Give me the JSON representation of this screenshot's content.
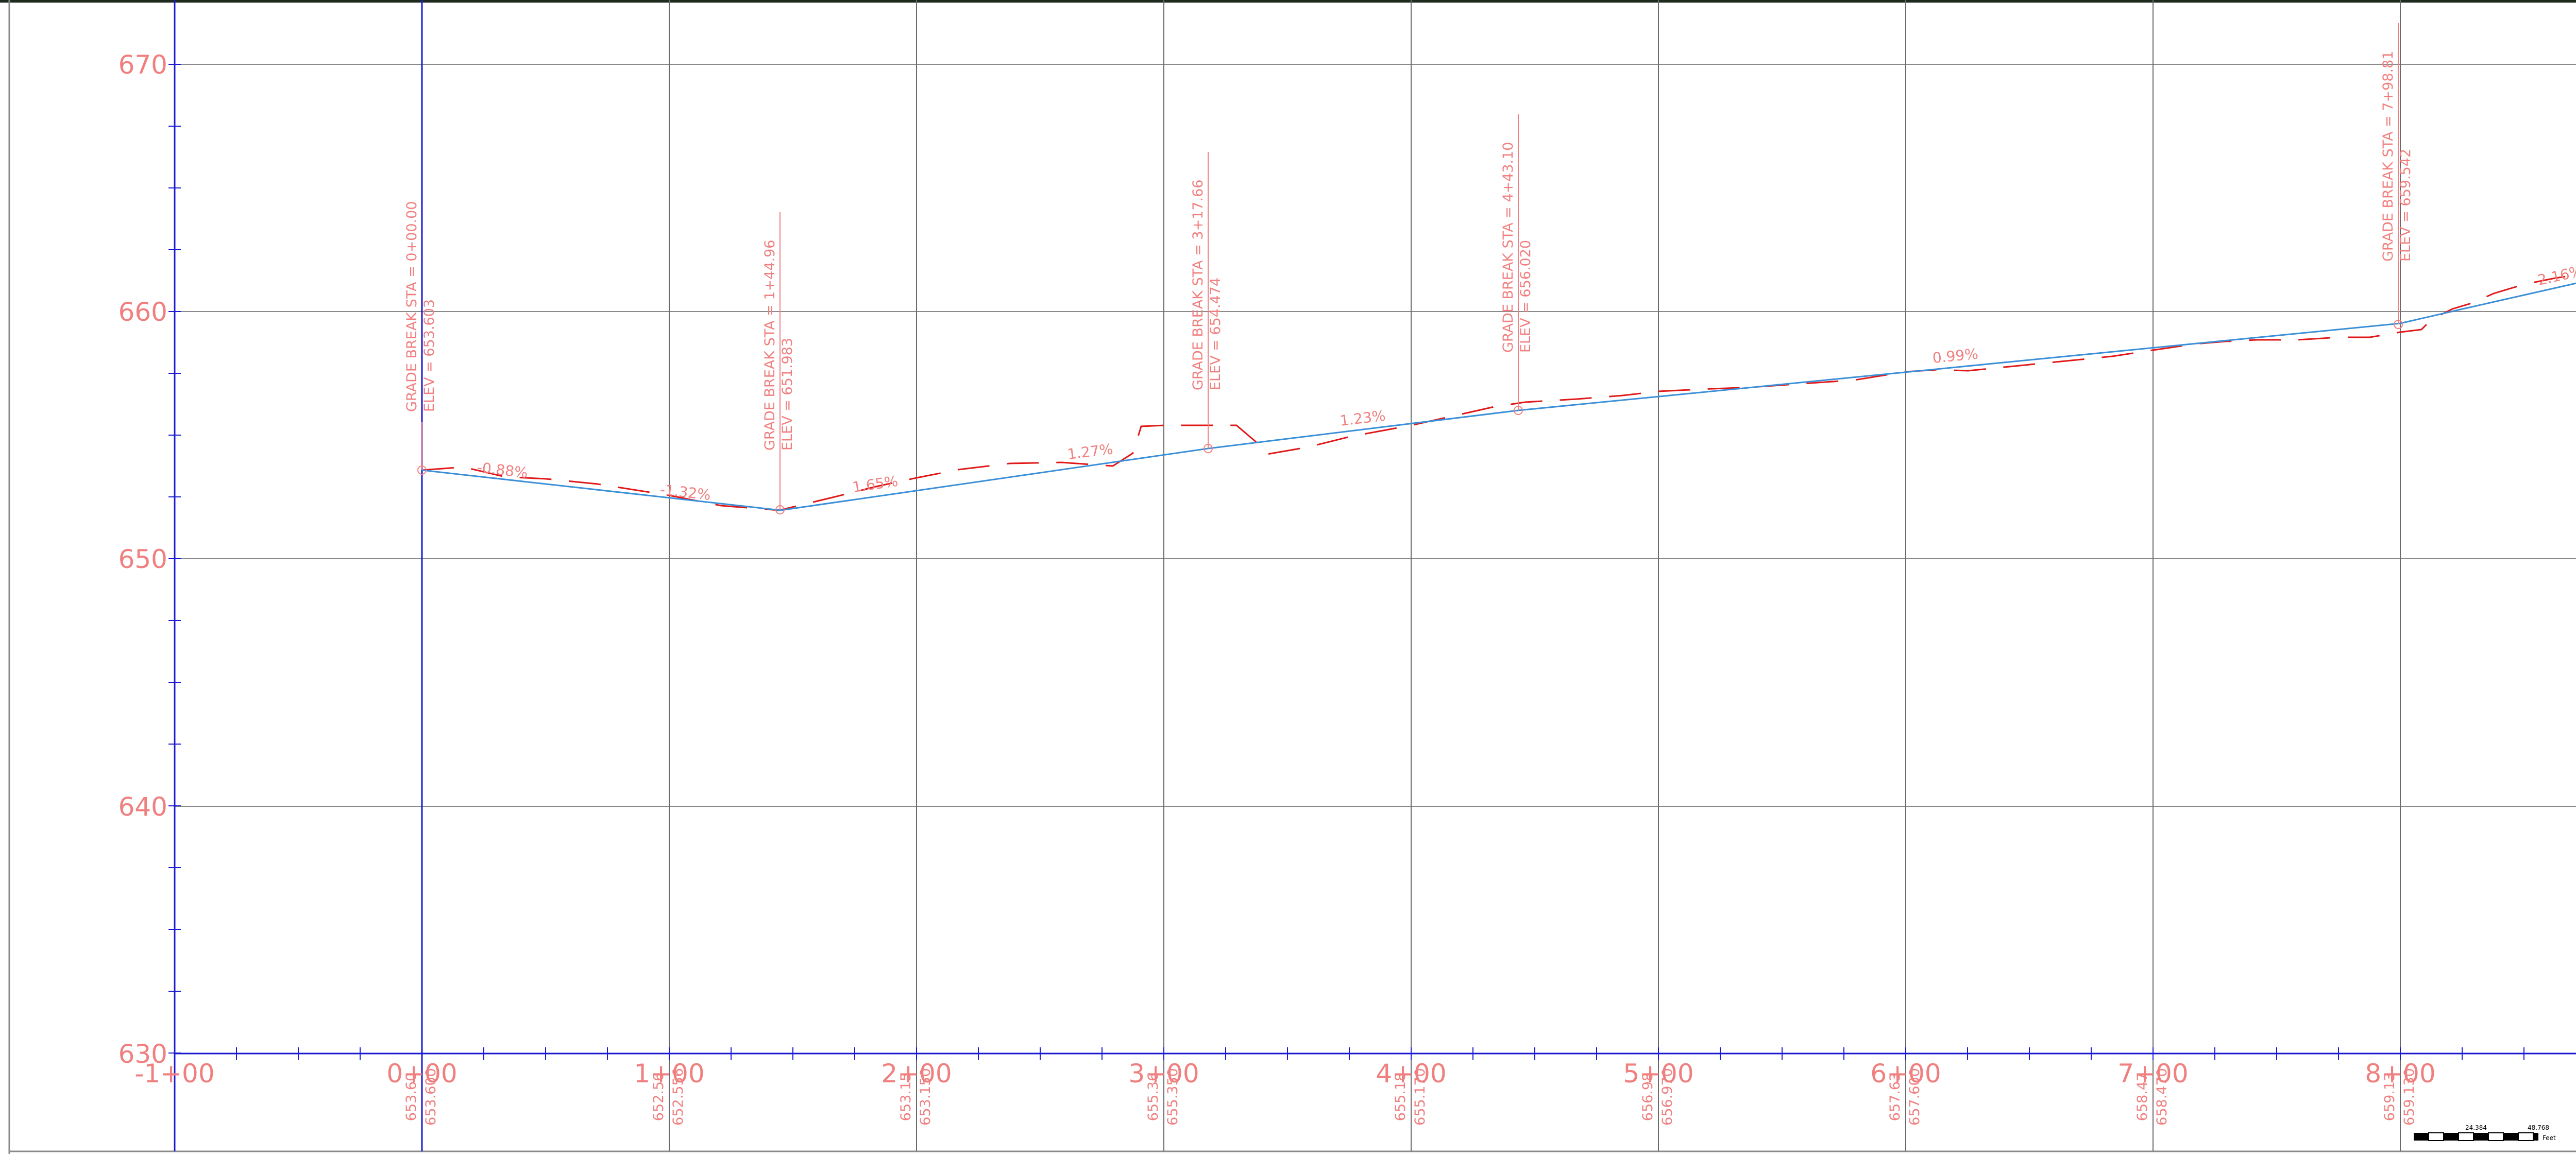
{
  "colors": {
    "background": "#ffffff",
    "grid": "#8a8a8a",
    "axis": "#1a1ad0",
    "annotation": "#f08080",
    "profile": "#3a8fd8",
    "existing_ground": "#e01818",
    "top_strip": "#1e2a1e"
  },
  "y_labels": [
    "670",
    "660",
    "650",
    "640",
    "630"
  ],
  "x_labels": [
    "-1+00",
    "0+00",
    "1+00",
    "2+00",
    "3+00",
    "4+00",
    "5+00",
    "6+00",
    "7+00",
    "8+00"
  ],
  "elevation_pairs": [
    {
      "eg": "653.60",
      "fg": "653.600"
    },
    {
      "eg": "652.56",
      "fg": "652.556"
    },
    {
      "eg": "653.15",
      "fg": "653.150"
    },
    {
      "eg": "655.36",
      "fg": "655.350"
    },
    {
      "eg": "655.18",
      "fg": "655.170"
    },
    {
      "eg": "656.98",
      "fg": "656.970"
    },
    {
      "eg": "657.63",
      "fg": "657.600"
    },
    {
      "eg": "658.47",
      "fg": "658.470"
    },
    {
      "eg": "659.13",
      "fg": "659.130"
    }
  ],
  "grade_breaks": [
    {
      "sta": "GRADE BREAK STA = 0+00.00",
      "elev": "ELEV = 653.603"
    },
    {
      "sta": "GRADE BREAK STA = 1+44.96",
      "elev": "ELEV = 651.983"
    },
    {
      "sta": "GRADE BREAK STA = 3+17.66",
      "elev": "ELEV = 654.474"
    },
    {
      "sta": "GRADE BREAK STA = 4+43.10",
      "elev": "ELEV = 656.020"
    },
    {
      "sta": "GRADE BREAK STA = 7+98.81",
      "elev": "ELEV = 659.542"
    }
  ],
  "grades": [
    "-0.88%",
    "-1.32%",
    "1.65%",
    "1.27%",
    "1.23%",
    "0.99%",
    "2.16%"
  ],
  "scale_bar": {
    "mid": "24.384",
    "end": "48.768",
    "unit": "Feet"
  }
}
